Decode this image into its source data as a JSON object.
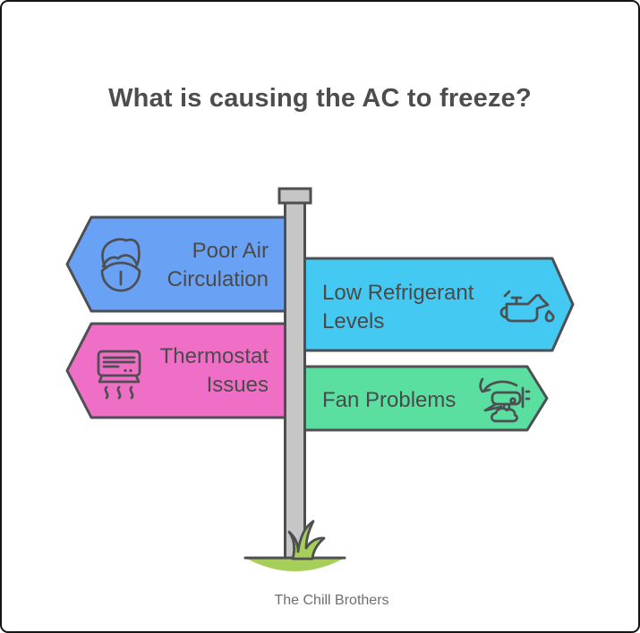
{
  "title": "What is causing the AC to freeze?",
  "footer": "The Chill Brothers",
  "signs": [
    {
      "id": "poor-air-circulation",
      "label_line1": "Poor Air",
      "label_line2": "Circulation",
      "color": "#69a1f4",
      "direction": "left",
      "icon": "person-mask-icon"
    },
    {
      "id": "low-refrigerant-levels",
      "label_line1": "Low Refrigerant",
      "label_line2": "Levels",
      "color": "#44c9f2",
      "direction": "right",
      "icon": "oil-can-icon"
    },
    {
      "id": "thermostat-issues",
      "label_line1": "Thermostat",
      "label_line2": "Issues",
      "color": "#f06fc6",
      "direction": "left",
      "icon": "air-conditioner-icon"
    },
    {
      "id": "fan-problems",
      "label_line1": "Fan Problems",
      "label_line2": "",
      "color": "#5bdfa0",
      "direction": "right",
      "icon": "propeller-plane-icon"
    }
  ],
  "palette": {
    "outline": "#4d4f53",
    "post_fill": "#c6c6c6",
    "grass_fill": "#a5cf59",
    "title_color": "#4d4d4d",
    "label_color": "#4a4a4a",
    "footer_color": "#6e6e6e",
    "background": "#ffffff"
  }
}
